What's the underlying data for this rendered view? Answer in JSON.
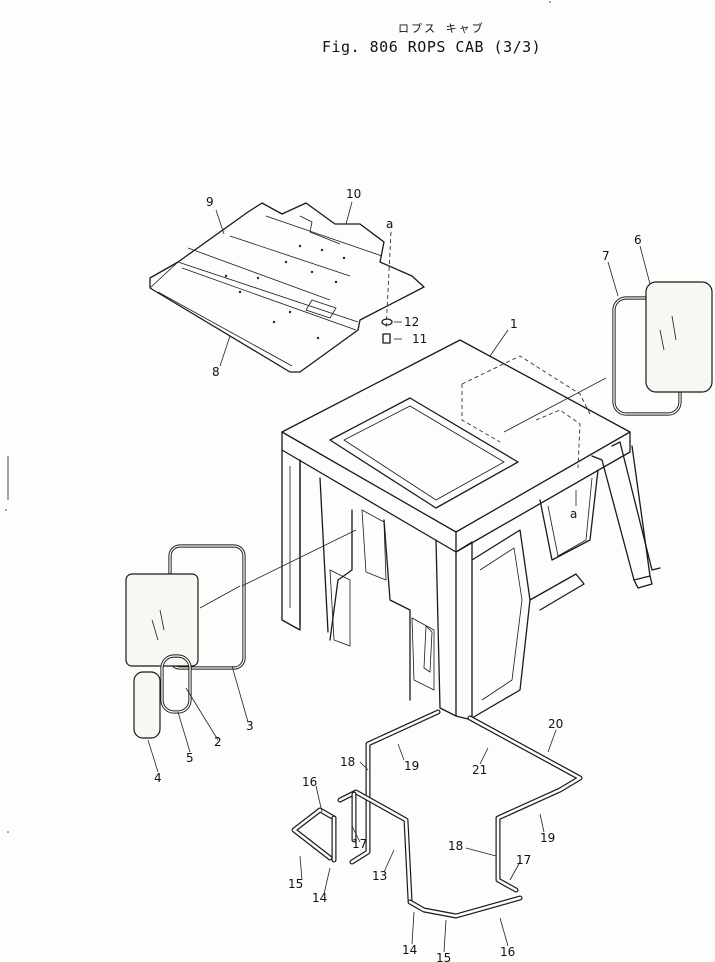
{
  "header": {
    "kana": "ロプス キャブ",
    "title": "Fig. 806  ROPS CAB (3/3)"
  },
  "callouts": {
    "c1": "1",
    "c2": "2",
    "c3": "3",
    "c4": "4",
    "c5": "5",
    "c6": "6",
    "c7": "7",
    "c8": "8",
    "c9": "9",
    "c10": "10",
    "c11": "11",
    "c12": "12",
    "c13": "13",
    "c14a": "14",
    "c14b": "14",
    "c15a": "15",
    "c15b": "15",
    "c16a": "16",
    "c16b": "16",
    "c17a": "17",
    "c17b": "17",
    "c18a": "18",
    "c18b": "18",
    "c19a": "19",
    "c19b": "19",
    "c20": "20",
    "c21": "21",
    "ref_a_top": "a",
    "ref_a_side": "a"
  }
}
